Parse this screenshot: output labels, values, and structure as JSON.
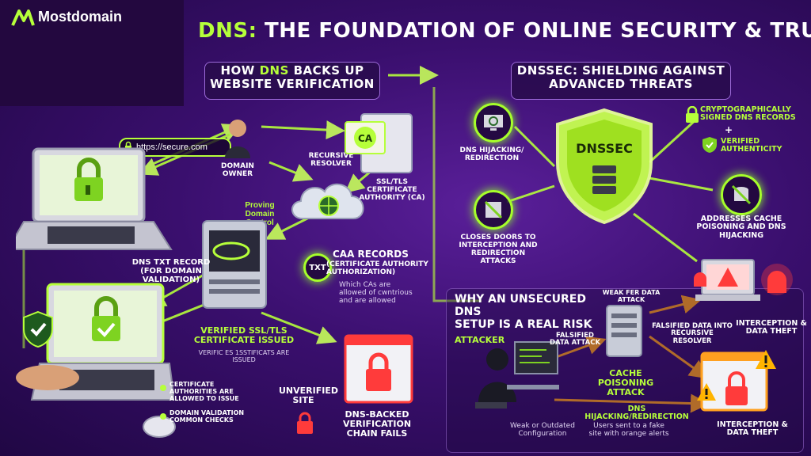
{
  "brand": {
    "name": "Mostdomain"
  },
  "title": {
    "accent": "DNS:",
    "rest": "THE FOUNDATION OF ONLINE SECURITY & TRUST"
  },
  "left_panel": {
    "title_line1_pre": "HOW",
    "title_line1_accent": "DNS",
    "title_line1_post": "BACKS UP",
    "title_line2": "WEBSITE VERIFICATION",
    "url": "https://secure.com",
    "domain_owner": "DOMAIN OWNER",
    "recursive_resolver": "RECURSIVE RESOLVER",
    "ca": "SSL/TLS CERTIFICATE AUTHORITY (CA)",
    "ca_badge": "CA",
    "proving": "Proving Domain Control",
    "dns_txt": "DNS TXT RECORD (FOR DOMAIN VALIDATION)",
    "txt_badge": "TXT",
    "caa_title": "CAA RECORDS",
    "caa_sub": "(CERTIFICATE AUTHORITY AUTHORIZATION)",
    "caa_desc": "Which CAs are allowed of cwntrious and are allowed",
    "verified_cert": "VERIFIED SSL/TLS CERTIFICATE ISSUED",
    "verified_sub": "VERIFIC ES 1SSTIFICATS ARE ISSUED",
    "bullet1": "CERTIFICATE AUTHORITIES ARE ALLOWED TO ISSUE",
    "bullet2": "DOMAIN VALIDATION COMMON CHECKS",
    "unverified": "UNVERIFIED SITE",
    "chain_fails": "DNS-BACKED VERIFICATION CHAIN FAILS"
  },
  "right_panel": {
    "title_line1": "DNSSEC: SHIELDING AGAINST",
    "title_line2": "ADVANCED THREATS",
    "shield_label": "DNSSEC",
    "hijacking": "DNS HIJACKING/ REDIRECTION",
    "crypto_signed": "CRYPTOGRAPHICALLY SIGNED DNS RECORDS",
    "plus": "+",
    "verified_auth": "VERIFIED AUTHENTICITY",
    "closes_doors": "CLOSES DOORS TO INTERCEPTION AND REDIRECTION ATTACKS",
    "addresses": "ADDRESSES CACHE POISONING AND DNS HIJACKING"
  },
  "risk_panel": {
    "title_line1": "WHY AN UNSECURED DNS",
    "title_line2": "SETUP IS A REAL RISK",
    "attacker": "ATTACKER",
    "weak_fer": "WEAK FER DATA ATTACK",
    "falsified_attack": "FALSIFIED DATA ATTACK",
    "falsified_resolver": "FALSIFIED DATA INTO RECURSIVE RESOLVER",
    "interception_top": "INTERCEPTION & DATA THEFT",
    "cache_poisoning": "CACHE POISONING ATTACK",
    "hijacking_redirection": "DNS HIJACKING/REDIRECTION",
    "weak_config": "Weak or Outdated Configuration",
    "users_sent": "Users sent to a fake site with orange alerts",
    "interception_bottom": "INTERCEPTION & DATA THEFT"
  },
  "colors": {
    "accent": "#b6ff3a",
    "background": "#3a0f6e",
    "alert": "#ff3b3b",
    "warning": "#ffb400"
  }
}
